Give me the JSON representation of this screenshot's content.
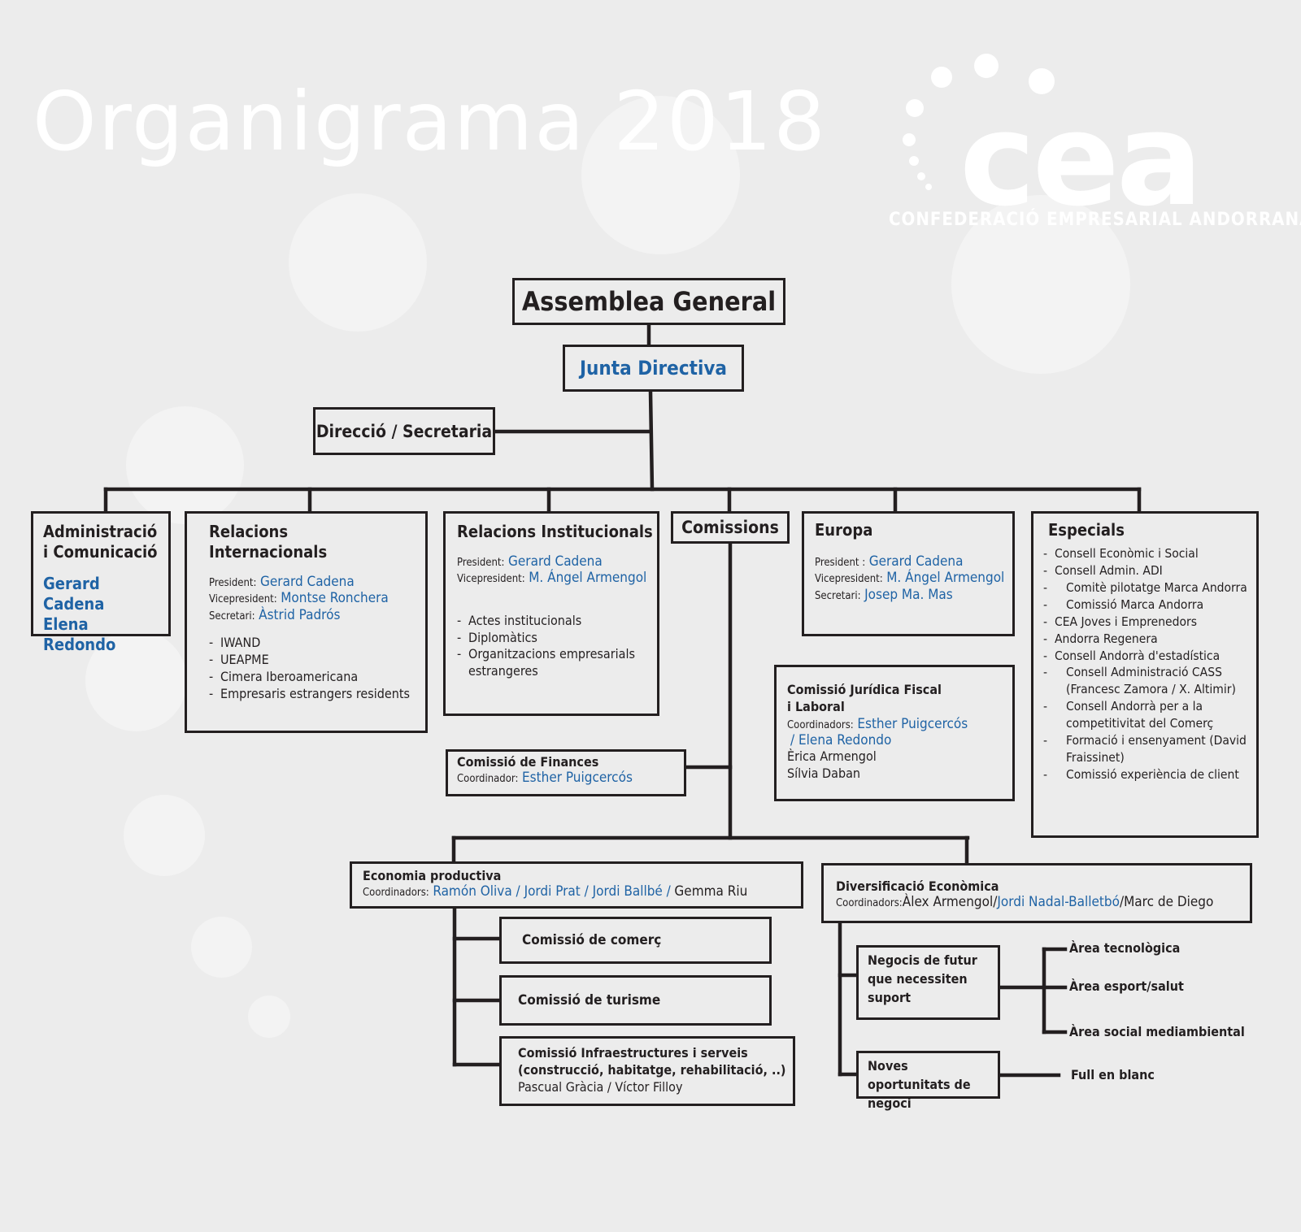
{
  "header": {
    "title": "Organigrama 2018",
    "logo_word": "cea",
    "logo_tagline": "CONFEDERACIÓ EMPRESARIAL ANDORRANA"
  },
  "top": {
    "assemblea": "Assemblea General",
    "junta": "Junta Directiva",
    "direccio": "Direcció / Secretaria"
  },
  "admin": {
    "title": "Administració i Comunicació",
    "people": [
      "Gerard Cadena",
      "Elena Redondo"
    ]
  },
  "internacionals": {
    "title": "Relacions Internacionals",
    "roles": [
      {
        "label": "President:",
        "name": "Gerard Cadena"
      },
      {
        "label": "Vicepresident:",
        "name": "Montse Ronchera"
      },
      {
        "label": "Secretari:",
        "name": "Àstrid Padrós"
      }
    ],
    "items": [
      "IWAND",
      "UEAPME",
      "Cimera Iberoamericana",
      "Empresaris estrangers residents"
    ]
  },
  "institucionals": {
    "title": "Relacions Institucionals",
    "roles": [
      {
        "label": "President:",
        "name": "Gerard Cadena"
      },
      {
        "label": "Vicepresident:",
        "name": "M. Ángel Armengol"
      }
    ],
    "items": [
      "Actes institucionals",
      "Diplomàtics",
      "Organitzacions empresarials estrangeres"
    ]
  },
  "comissions": {
    "title": "Comissions"
  },
  "europa": {
    "title": "Europa",
    "roles": [
      {
        "label": "President :",
        "name": "Gerard Cadena"
      },
      {
        "label": "Vicepresident:",
        "name": "M. Ángel Armengol"
      },
      {
        "label": "Secretari:",
        "name": "Josep Ma. Mas"
      }
    ]
  },
  "especials": {
    "title": "Especials",
    "items": [
      "Consell Econòmic i Social",
      "Consell Admin. ADI",
      "Comitè pilotatge Marca Andorra",
      "Comissió Marca Andorra",
      "CEA Joves i Emprenedors",
      "Andorra Regenera",
      "Consell Andorrà d'estadística",
      "Consell Administració CASS (Francesc Zamora / X. Altimir)",
      "Consell Andorrà per a la competitivitat del Comerç",
      "Formació i ensenyament (David Fraissinet)",
      "Comissió experiència de client"
    ]
  },
  "finances": {
    "title": "Comissió de Finances",
    "coord_label": "Coordinador:",
    "coord": "Esther Puigcercós"
  },
  "juridica": {
    "title_1": "Comissió Jurídica Fiscal",
    "title_2": "i Laboral",
    "coord_label": "Coordinadors:",
    "coord_1": "Esther Puigcercós",
    "coord_2": "/ Elena Redondo",
    "members": [
      "Èrica Armengol",
      "Sílvia Daban"
    ]
  },
  "economia": {
    "title": "Economia productiva",
    "coord_label": "Coordinadors:",
    "coord_blue": "Ramón Oliva / Jordi Prat / Jordi Ballbé /",
    "coord_black": "Gemma Riu",
    "subs": {
      "comerc": "Comissió de comerç",
      "turisme": "Comissió de turisme",
      "infra_title": "Comissió Infraestructures i serveis",
      "infra_detail": "(construcció, habitatge, rehabilitació, ..)",
      "infra_people": "Pascual Gràcia / Víctor Filloy"
    }
  },
  "diversificacio": {
    "title": "Diversificació Econòmica",
    "coord_label": "Coordinadors:",
    "coord_a": "Àlex Armengol/",
    "coord_b": "Jordi Nadal-Balletbó",
    "coord_c": "/Marc de Diego",
    "negocis": "Negocis de futur que necessiten suport",
    "noves": "Noves oportunitats de negoci",
    "areas": [
      "Àrea tecnològica",
      "Àrea esport/salut",
      "Àrea social mediambiental"
    ],
    "full": "Full en blanc"
  },
  "colors": {
    "accent": "#1f63a5",
    "line": "#231f20",
    "background": "#ececec"
  }
}
